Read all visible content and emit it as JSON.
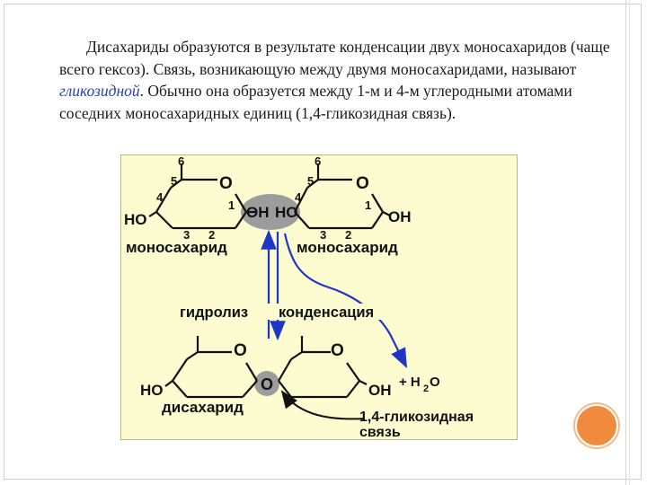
{
  "text": {
    "part1": "Дисахариды образуются в результате конденсации двух моносахаридов (чаще всего гексоз). Связь, возникающую между двумя моносахаридами, называют ",
    "term": "гликозидной",
    "part2": ". Обычно она образуется между  1-м  и  4-м углеродными атомами соседних моносахаридных единиц (1,4-гликозидная связь)."
  },
  "diagram": {
    "ring_labels": {
      "c1": "1",
      "c2": "2",
      "c3": "3",
      "c4": "4",
      "c5": "5",
      "c6": "6",
      "oxygen": "O"
    },
    "left_mono": {
      "ho": "HO",
      "oh": "OH",
      "name": "моносахарид"
    },
    "right_mono": {
      "ho": "HO",
      "oh": "OH",
      "name": "моносахарид"
    },
    "hydrolysis": "гидролиз",
    "condensation": "конденсация",
    "disaccharide": {
      "ho": "HO",
      "oh": "OH",
      "bridge_o": "O",
      "ring_o_left": "O",
      "ring_o_right": "O",
      "name": "дисахарид",
      "water_plus": "+ H",
      "water_sub": "2",
      "water_o": "O"
    },
    "bond_label_line1": "1,4-гликозидная",
    "bond_label_line2": "связь",
    "colors": {
      "panel": "#fdfbd0",
      "arrow": "#1f35c8",
      "highlight": "#9c9c9c",
      "accent_circle": "#f08a3c"
    }
  }
}
